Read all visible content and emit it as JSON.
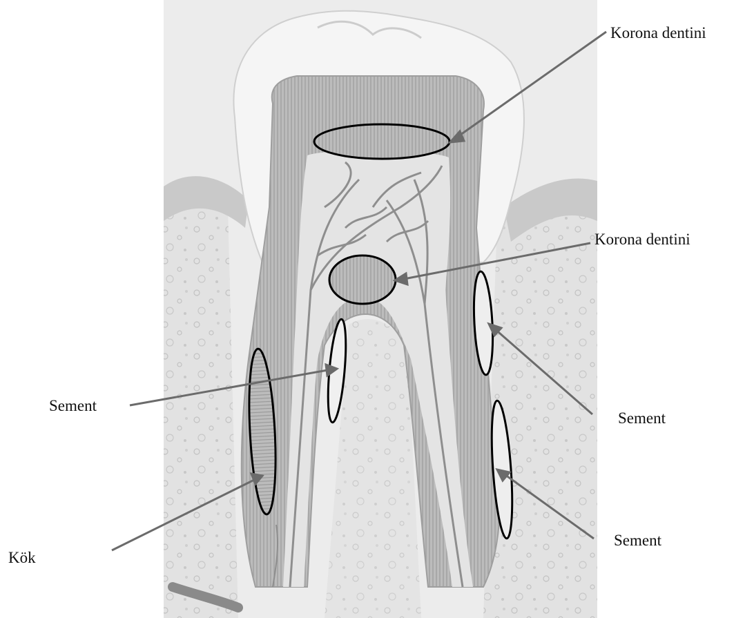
{
  "labels": {
    "crown_dentin_top": "Korona dentini",
    "crown_dentin_mid": "Korona dentini",
    "cement_left": "Sement",
    "cement_right_upper": "Sement",
    "cement_right_lower": "Sement",
    "root": "Kök"
  },
  "colors": {
    "background": "#ffffff",
    "illustration_bg": "#e9e9e9",
    "enamel": "#f3f3f3",
    "dentin": "#b9b9b9",
    "dentin_stripes": "#9c9c9c",
    "pulp": "#e4e4e4",
    "vessels": "#8f8f8f",
    "bone": "#dcdcdc",
    "gum": "#c9c9c9",
    "outline": "#000000",
    "arrow": "#6e6e6e"
  }
}
